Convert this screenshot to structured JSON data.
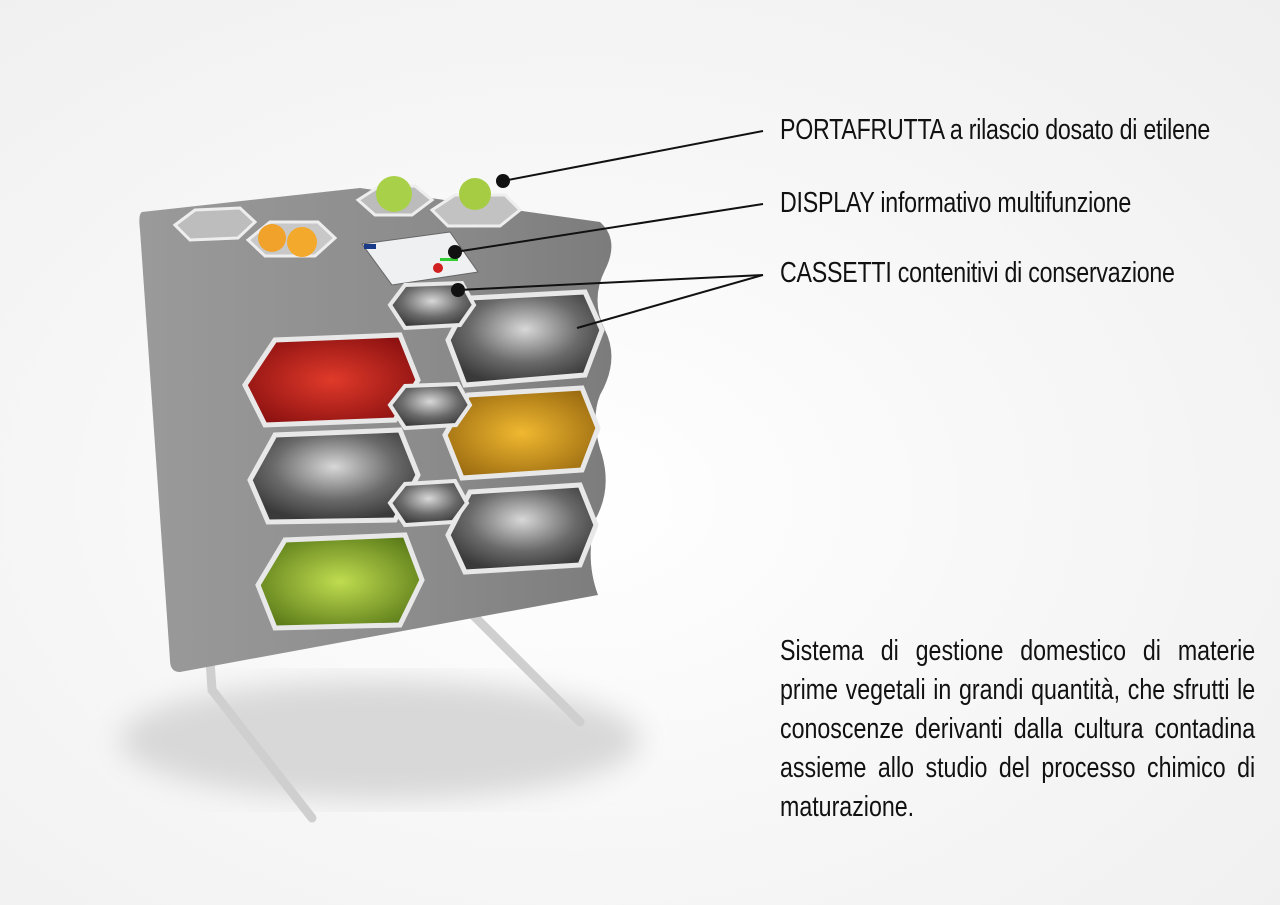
{
  "annotations": [
    {
      "label": "PORTAFRUTTA a rilascio dosato di etilene"
    },
    {
      "label": "DISPLAY informativo multifunzione"
    },
    {
      "label": "CASSETTI contenitivi di conservazione"
    }
  ],
  "description": "Sistema di gestione domestico di materie prime vegetali in grandi quantità, che sfrutti le conoscenze derivanti dalla cultura contadina assieme allo studio del processo chimico di maturazione.",
  "colors": {
    "body": "#8e8e8e",
    "text": "#111111",
    "red": "#c8221c",
    "orange": "#e3a21a",
    "green": "#a8c83a"
  }
}
